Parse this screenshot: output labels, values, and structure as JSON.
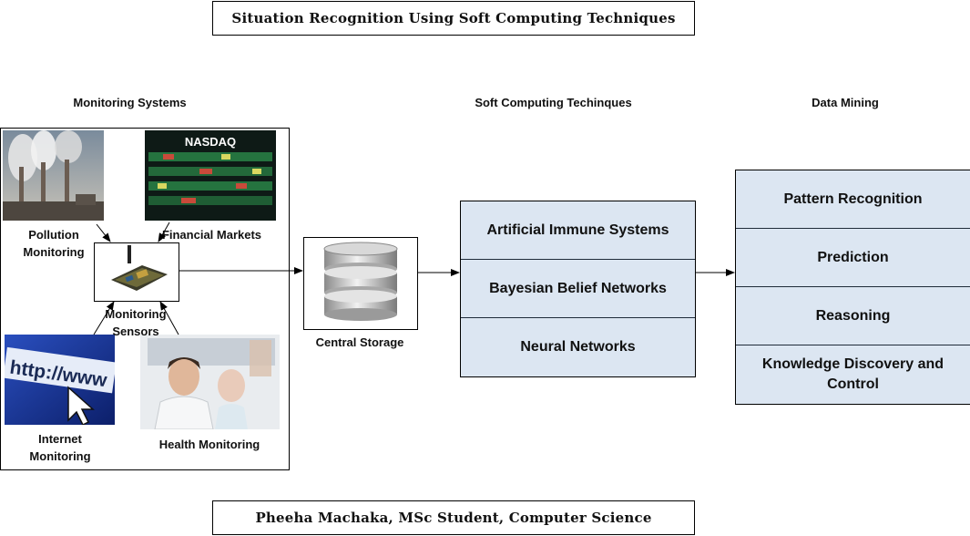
{
  "title": "Situation Recognition Using Soft Computing Techniques",
  "footer": "Pheeha Machaka, MSc Student, Computer Science",
  "headings": {
    "monitoring": "Monitoring Systems",
    "soft": "Soft Computing Techinques",
    "mining": "Data Mining"
  },
  "monitoring": {
    "pollution": "Pollution Monitoring",
    "financial": "Financial Markets",
    "sensors": "Monitoring Sensors",
    "internet": "Internet Monitoring",
    "health": "Health Monitoring",
    "nasdaq_sign": "NASDAQ",
    "url_text": "http://www"
  },
  "storage": {
    "label": "Central Storage"
  },
  "soft_items": [
    "Artificial Immune Systems",
    "Bayesian Belief Networks",
    "Neural Networks"
  ],
  "mining_items": [
    "Pattern Recognition",
    "Prediction",
    "Reasoning",
    "Knowledge Discovery and Control"
  ],
  "colors": {
    "cell_fill": "#dce6f2",
    "border": "#000000"
  }
}
